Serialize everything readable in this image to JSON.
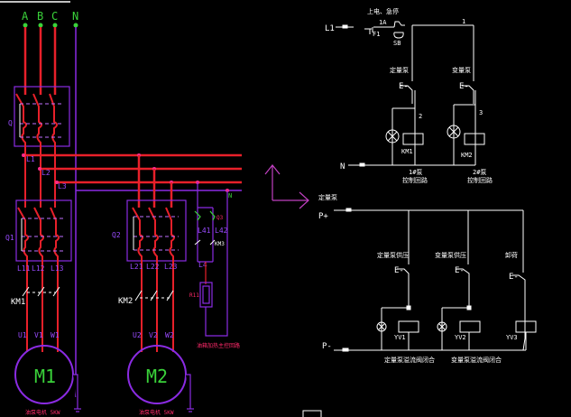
{
  "diagram": {
    "title": "Pump motor and control circuit",
    "power": {
      "phases": [
        "A",
        "B",
        "C",
        "N"
      ],
      "main_breaker": "Q",
      "bus_labels": [
        "L1",
        "L2",
        "L3"
      ],
      "neutral_tap": "N"
    },
    "motor1": {
      "breaker": "Q1",
      "breaker_out": [
        "L11",
        "L12",
        "L13"
      ],
      "contactor": "KM1",
      "terminals": [
        "U1",
        "V1",
        "W1"
      ],
      "name": "M1",
      "rating": "油泵电机 5KW"
    },
    "motor2": {
      "breaker": "Q2",
      "breaker_out": [
        "L21",
        "L22",
        "L23"
      ],
      "contactor": "KM2",
      "terminals": [
        "U2",
        "V2",
        "W2"
      ],
      "name": "M2",
      "rating": "油泵电机 5KW"
    },
    "heater": {
      "breaker": "Q3",
      "outs": [
        "L41",
        "L42"
      ],
      "contactor": "KM3",
      "neutral_label": "N",
      "node": "L4",
      "heater": "R11",
      "caption": "油箱加热主控回路"
    },
    "ac_control": {
      "line": "L1",
      "fuse": "F1",
      "node_after_fuse": "1A",
      "stop_label": "上电、急停",
      "stop_switch": "SB",
      "node1": "1",
      "neutral": "N",
      "branches": [
        {
          "label": "定量泵",
          "switch": "E-",
          "node": "2",
          "coil": "KM1",
          "caption1": "1#泵",
          "caption2": "控制回路"
        },
        {
          "label": "变量泵",
          "switch": "E-",
          "node": "3",
          "coil": "KM2",
          "caption1": "2#泵",
          "caption2": "控制回路"
        }
      ]
    },
    "dc_control": {
      "title": "定量泵",
      "positive": "P+",
      "negative": "P-",
      "branches": [
        {
          "label": "定量泵供压",
          "switch": "E-",
          "coil": "YV1",
          "caption": "定量泵溢流阀闭合"
        },
        {
          "label": "变量泵供压",
          "switch": "E-",
          "coil": "YV2",
          "caption": "变量泵溢流阀闭合"
        },
        {
          "label": "卸荷",
          "switch": "E-",
          "coil": "YV3",
          "caption": ""
        }
      ]
    },
    "ucs_icon": "ucs-axis-icon",
    "colors": {
      "background": "#000000",
      "power_line": "#e8202a",
      "neutral_line": "#8a2be2",
      "control_line": "#ffffff",
      "terminal_label": "#3ad23a",
      "caption_pink": "#ff2a6a",
      "ucs": "#c040c0"
    }
  }
}
